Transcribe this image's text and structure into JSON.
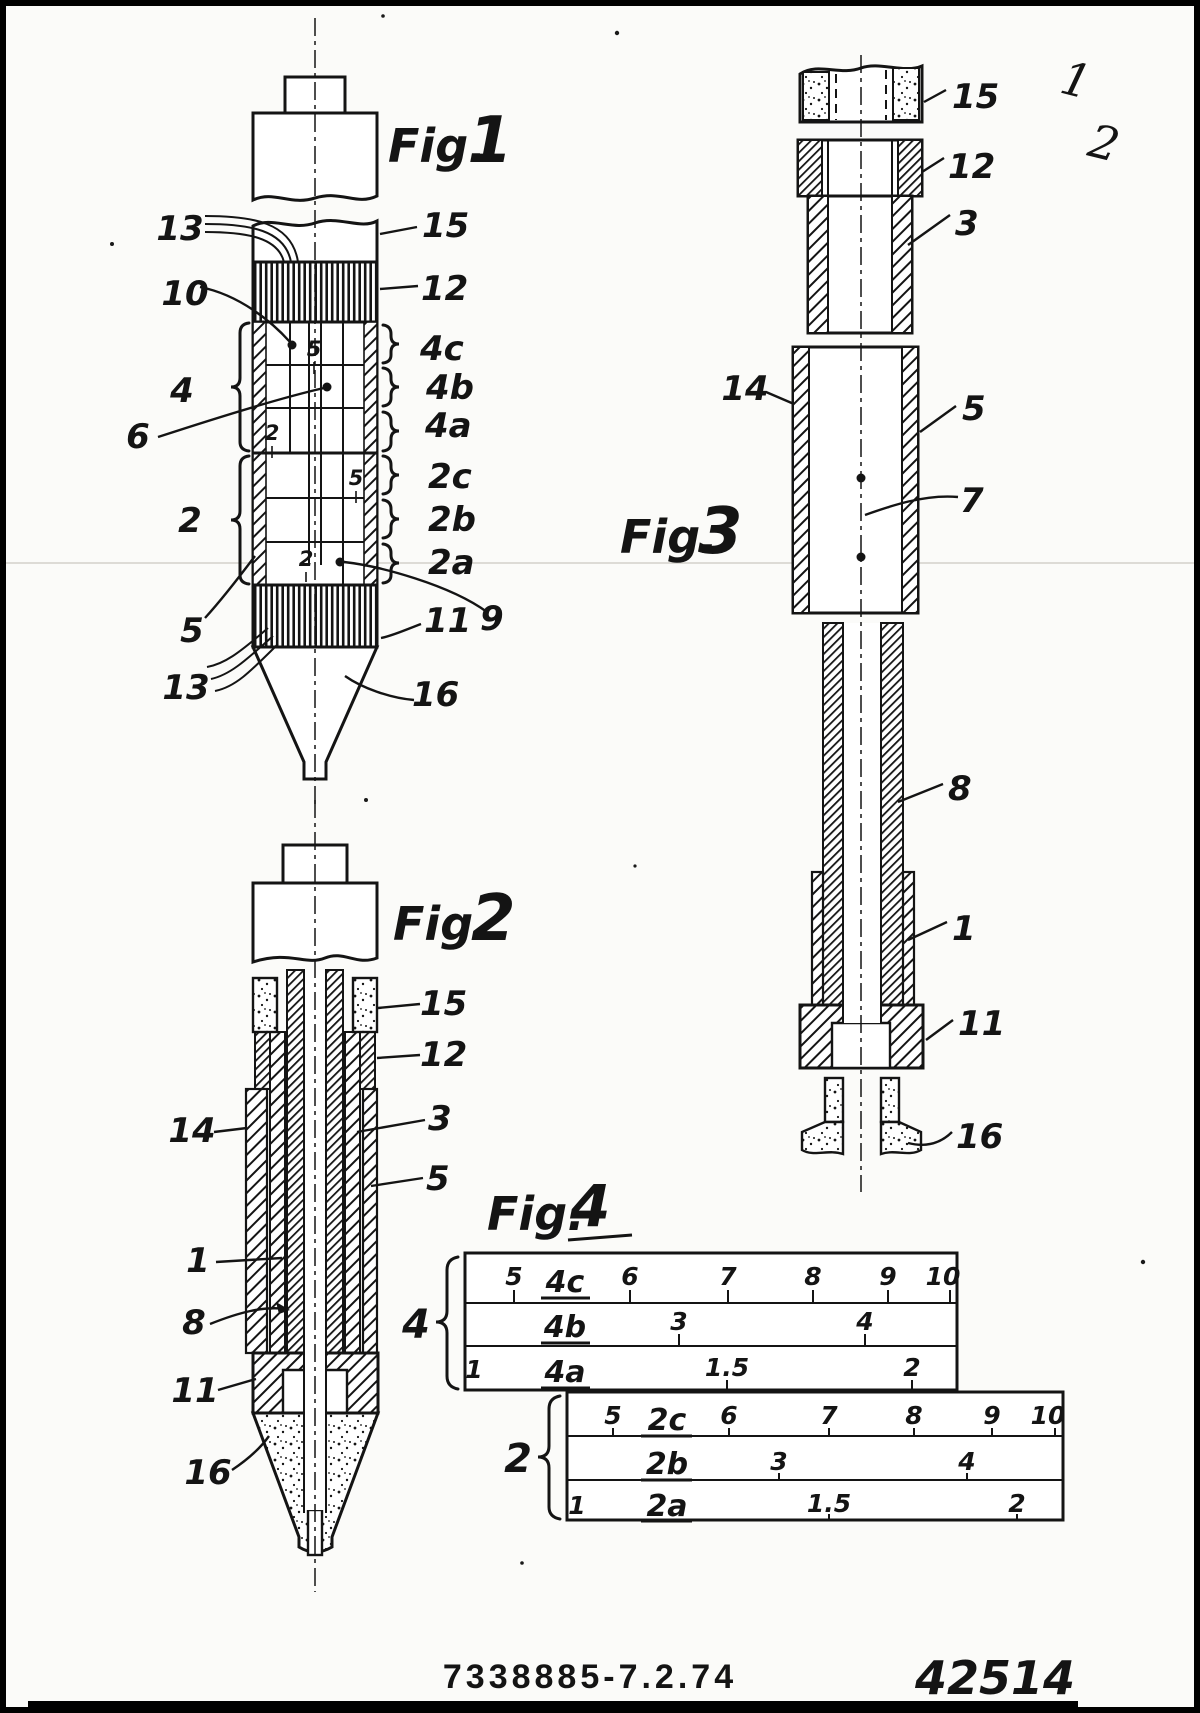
{
  "page": {
    "stamp": "7338885-7.2.74",
    "handwritten_serial": "42514",
    "corner_notes": [
      "1",
      "2"
    ]
  },
  "fig1": {
    "title_word": "Fig.",
    "title_num": "1",
    "labels": {
      "cable_top": "13",
      "electrode_10": "10",
      "section_4": "4",
      "electrode_6": "6",
      "section_2": "2",
      "tube_5": "5",
      "cable_bottom": "13",
      "sleeve_15": "15",
      "ring_12": "12",
      "scale_4c": "4c",
      "scale_4b": "4b",
      "scale_4a": "4a",
      "scale_2c": "2c",
      "scale_2b": "2b",
      "scale_2a": "2a",
      "ring_11": "11",
      "electrode_9": "9",
      "tip_16": "16"
    },
    "internal_marks": [
      "5",
      "2",
      "5",
      "2"
    ]
  },
  "fig2": {
    "title_word": "Fig.",
    "title_num": "2",
    "labels": {
      "sleeve_15": "15",
      "ring_12": "12",
      "tube_3": "3",
      "sleeve_14": "14",
      "tube_5": "5",
      "tube_1": "1",
      "rod_8": "8",
      "nut_11": "11",
      "tip_16": "16"
    }
  },
  "fig3": {
    "title_word": "Fig.",
    "title_num": "3",
    "labels": {
      "cap_15": "15",
      "collar_12": "12",
      "tube_3": "3",
      "sleeve_14": "14",
      "tube_5": "5",
      "mark_7": "7",
      "rod_8": "8",
      "tube_1": "1",
      "nut_11": "11",
      "tip_16": "16"
    }
  },
  "fig4": {
    "title_word": "Fig.",
    "title_num": "4",
    "chart_data": {
      "type": "table",
      "title": "Fig.4 logarithmic scale rules",
      "scales": [
        {
          "group": "4",
          "rows": [
            {
              "name": "4c",
              "ticks": [
                5,
                6,
                7,
                8,
                9,
                10
              ]
            },
            {
              "name": "4b",
              "ticks": [
                3,
                4
              ]
            },
            {
              "name": "4a",
              "ticks": [
                1,
                1.5,
                2
              ]
            }
          ]
        },
        {
          "group": "2",
          "rows": [
            {
              "name": "2c",
              "ticks": [
                5,
                6,
                7,
                8,
                9,
                10
              ]
            },
            {
              "name": "2b",
              "ticks": [
                3,
                4
              ]
            },
            {
              "name": "2a",
              "ticks": [
                1,
                1.5,
                2
              ]
            }
          ]
        }
      ]
    },
    "upper": {
      "group_label": "4",
      "rows": [
        {
          "name": "4c",
          "ticks": [
            "5",
            "6",
            "7",
            "8",
            "9",
            "10"
          ]
        },
        {
          "name": "4b",
          "ticks": [
            "3",
            "4"
          ]
        },
        {
          "name": "4a",
          "ticks": [
            "1",
            "1.5",
            "2"
          ]
        }
      ]
    },
    "lower": {
      "group_label": "2",
      "rows": [
        {
          "name": "2c",
          "ticks": [
            "5",
            "6",
            "7",
            "8",
            "9",
            "10"
          ]
        },
        {
          "name": "2b",
          "ticks": [
            "3",
            "4"
          ]
        },
        {
          "name": "2a",
          "ticks": [
            "1",
            "1.5",
            "2"
          ]
        }
      ]
    }
  }
}
